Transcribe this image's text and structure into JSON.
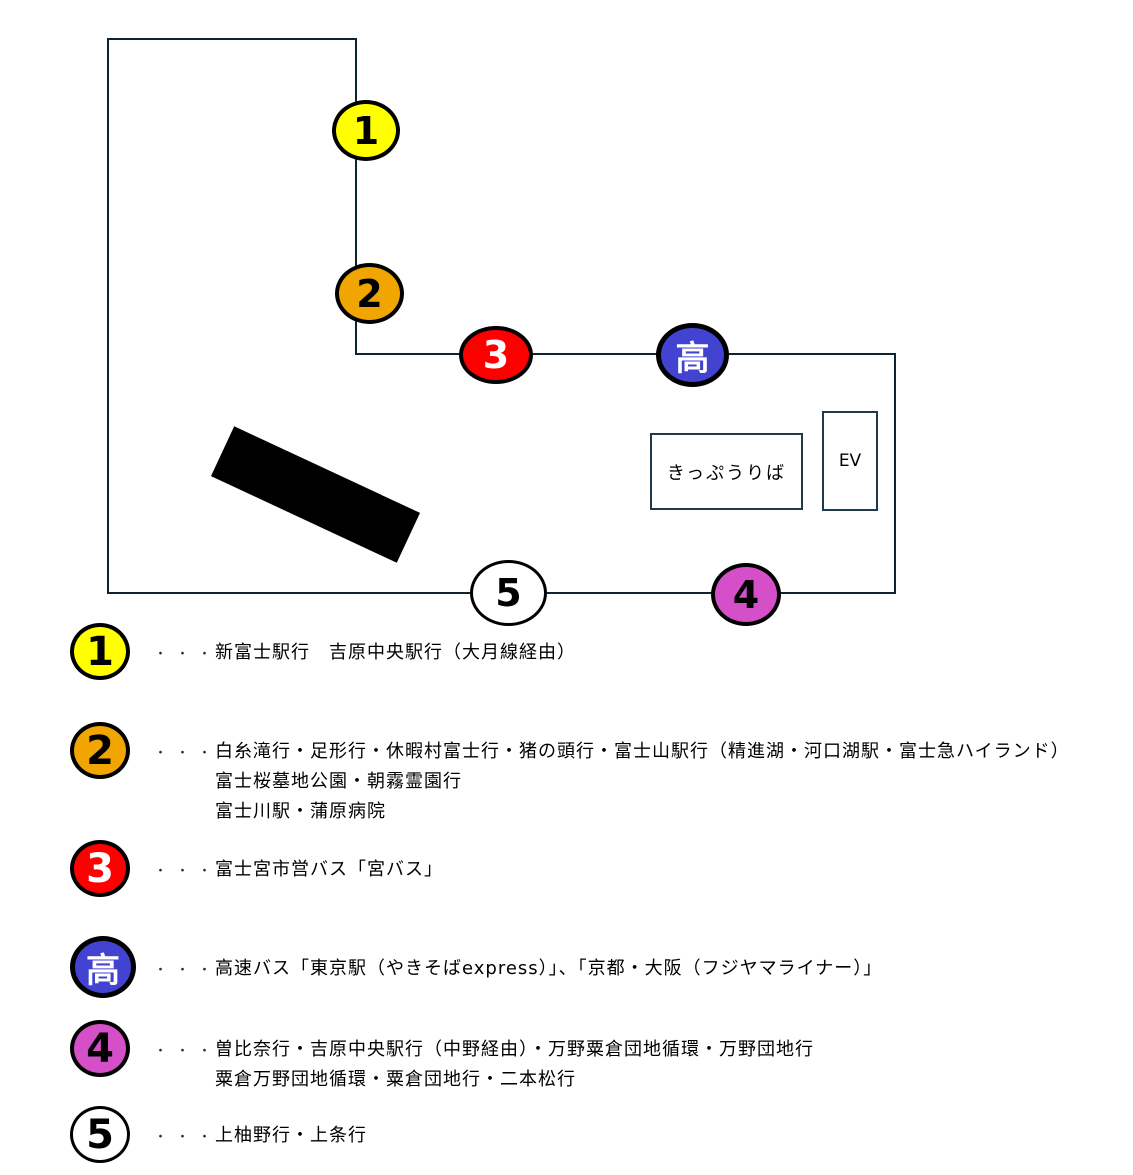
{
  "map": {
    "outline_color": "#0d2530",
    "structure_color": "#000000",
    "box_border_color": "#1f3a4d",
    "ticket_office_label": "きっぷうりば",
    "elevator_label": "EV",
    "stops": [
      {
        "id": "1",
        "label": "1",
        "color": "#FFFF00",
        "text_color": "#000000"
      },
      {
        "id": "2",
        "label": "2",
        "color": "#F0A500",
        "text_color": "#000000"
      },
      {
        "id": "3",
        "label": "3",
        "color": "#FF0000",
        "text_color": "#FFFFFF"
      },
      {
        "id": "high",
        "label": "高",
        "color": "#4243D0",
        "text_color": "#FFFFFF"
      },
      {
        "id": "5",
        "label": "5",
        "color": "#FFFFFF",
        "text_color": "#000000"
      },
      {
        "id": "4",
        "label": "4",
        "color": "#D44FC8",
        "text_color": "#000000"
      }
    ]
  },
  "legend": {
    "dots": "・・・",
    "rows": [
      {
        "label": "1",
        "color": "#FFFF00",
        "text_color": "#000000",
        "lines": [
          "新富士駅行　吉原中央駅行（大月線経由）"
        ]
      },
      {
        "label": "2",
        "color": "#F0A500",
        "text_color": "#000000",
        "lines": [
          "白糸滝行・足形行・休暇村富士行・猪の頭行・富士山駅行（精進湖・河口湖駅・富士急ハイランド）",
          "富士桜墓地公園・朝霧霊園行",
          "富士川駅・蒲原病院"
        ]
      },
      {
        "label": "3",
        "color": "#FF0000",
        "text_color": "#FFFFFF",
        "lines": [
          "富士宮市営バス「宮バス」"
        ]
      },
      {
        "label": "高",
        "color": "#4243D0",
        "text_color": "#FFFFFF",
        "lines": [
          "高速バス「東京駅（やきそばexpress）」、「京都・大阪（フジヤマライナー）」"
        ]
      },
      {
        "label": "4",
        "color": "#D44FC8",
        "text_color": "#000000",
        "lines": [
          "曽比奈行・吉原中央駅行（中野経由）・万野粟倉団地循環・万野団地行",
          "粟倉万野団地循環・粟倉団地行・二本松行"
        ]
      },
      {
        "label": "5",
        "color": "#FFFFFF",
        "text_color": "#000000",
        "lines": [
          "上柚野行・上条行"
        ]
      }
    ]
  }
}
